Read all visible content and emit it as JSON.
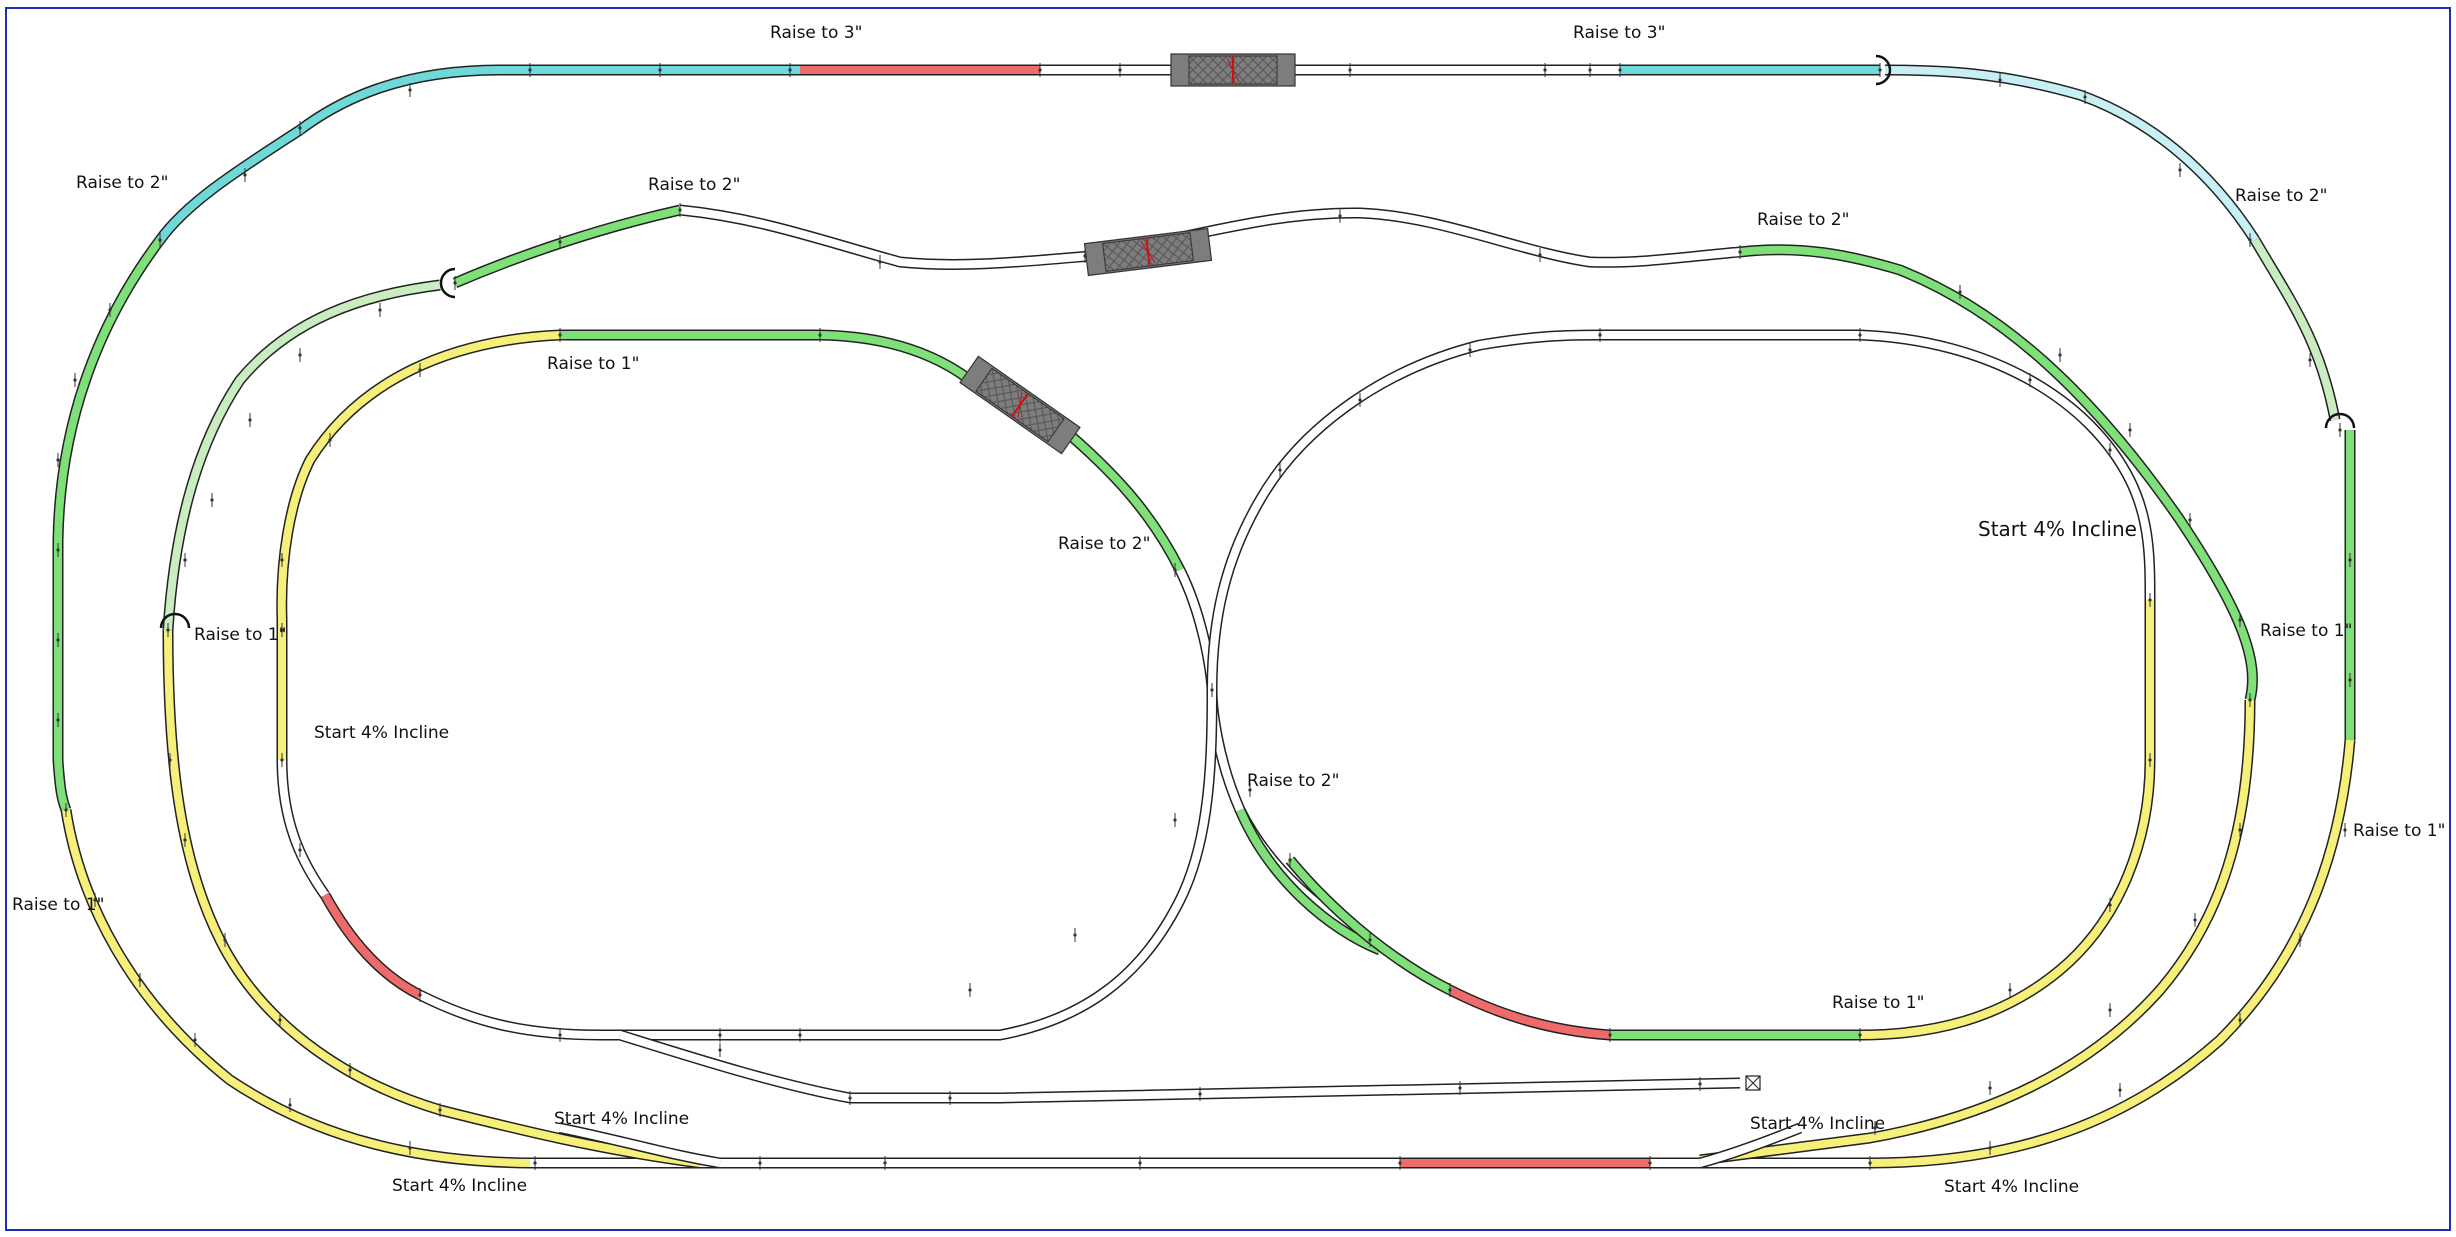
{
  "diagram": {
    "labels": [
      "Raise to 3\"",
      "Raise to 3\"",
      "Raise to 2\"",
      "Raise to 2\"",
      "Raise to 2\"",
      "Raise to 2\"",
      "Raise to 1\"",
      "Raise to 2\"",
      "Start 4% Incline",
      "Raise to 1\"",
      "Start 4% Incline",
      "Raise to 1\"",
      "Raise to 2\"",
      "Raise to 1\"",
      "Raise to 1\"",
      "Raise to 1\"",
      "Start 4% Incline",
      "Start 4% Incline",
      "Start 4% Incline",
      "Start 4% Incline"
    ]
  },
  "colors": {
    "frame": "#1f2fb5",
    "rail": "#222222",
    "flat": "#ffffff",
    "raise_1": "#f6f07a",
    "raise_2": "#7fe07a",
    "raise_3": "#6fd8d8",
    "light_green": "#c9ecc0",
    "light_cyan": "#c8f0f4",
    "red_section": "#ee6b6b",
    "bridge": "#7d7d7d",
    "bridge_mark": "#cc1111"
  },
  "icons": {
    "bridge": "truss-bridge-icon",
    "bumper": "track-bumper-icon",
    "joint": "track-joint-icon"
  }
}
